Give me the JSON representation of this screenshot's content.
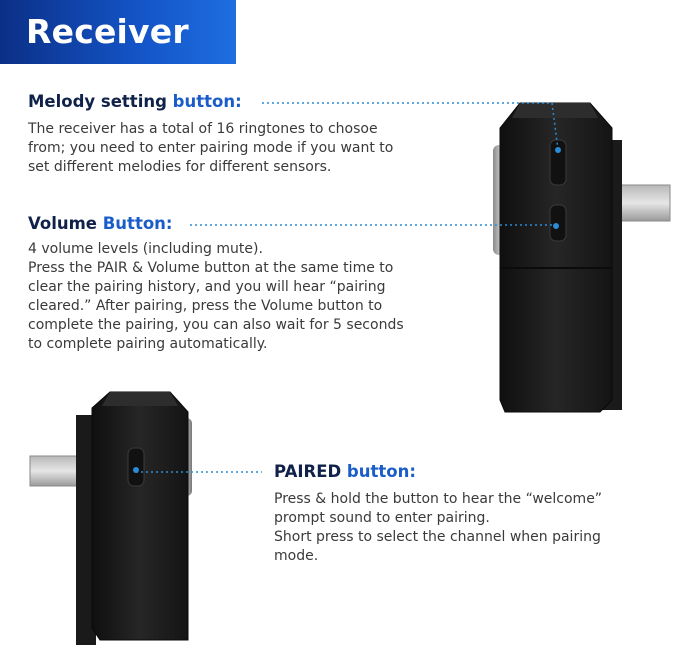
{
  "banner": {
    "title": "Receiver"
  },
  "melody": {
    "heading_part1": "Melody setting ",
    "heading_part2": "button:",
    "lines": [
      "The receiver has a total of 16 ringtones to chosoe",
      "from; you need to enter pairing mode if you want to",
      "set different melodies for different sensors."
    ]
  },
  "volume": {
    "heading_part1": "Volume ",
    "heading_part2": "Button:",
    "lines": [
      "4 volume levels (including mute).",
      "Press the PAIR & Volume button at the same time to",
      "clear the pairing history, and you will hear “pairing",
      "cleared.” After pairing, press the Volume button to",
      "complete the pairing, you can also wait for 5 seconds",
      "to complete pairing automatically."
    ]
  },
  "paired": {
    "heading_part1": "PAIRED ",
    "heading_part2": "button:",
    "lines": [
      "Press & hold the button to hear the “welcome”",
      "prompt sound to enter pairing.",
      "Short press to select the channel when pairing",
      "mode."
    ]
  },
  "colors": {
    "banner": "#1455c8",
    "heading_dark": "#10214a",
    "heading_blue": "#1a5dc8",
    "callout_line": "#2a8bd6",
    "device_body": "#1b1b1b"
  }
}
